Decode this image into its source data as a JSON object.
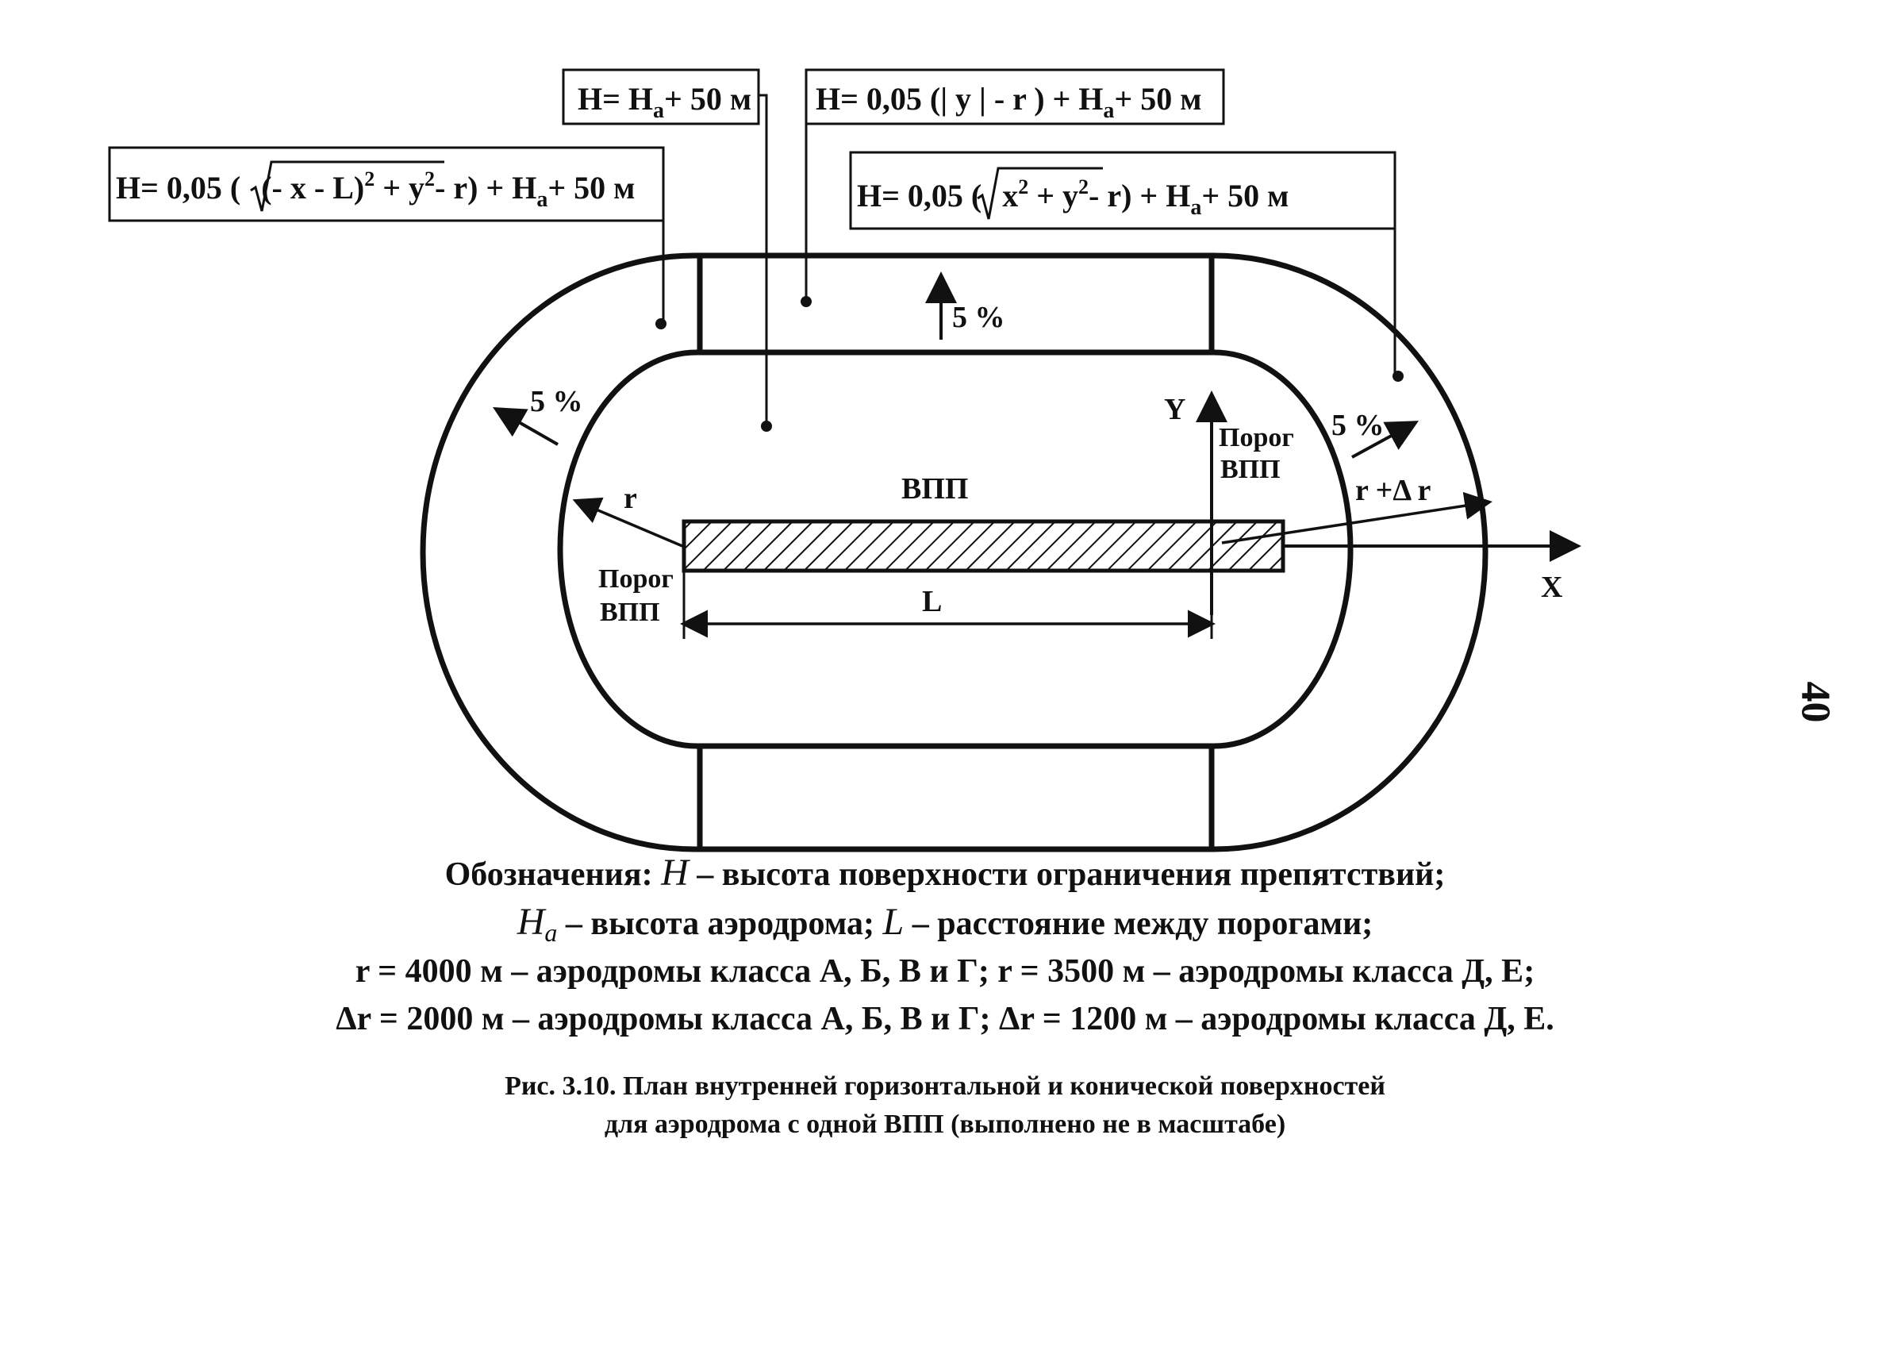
{
  "boxes": {
    "top_left_short": {
      "text_a": "H= H",
      "sub": "a",
      "text_b": "+ 50 м"
    },
    "top_right": {
      "text_a": "H= 0,05 (| y | - r ) + H",
      "sub": "a",
      "text_b": "+ 50 м"
    },
    "left": {
      "pre": "H= 0,05 (",
      "rad": "(- x - L)",
      "sup1": "2",
      "mid": " + y",
      "sup2": "2",
      "post1": "- r) + H",
      "sub": "a",
      "post2": "+ 50 м"
    },
    "right": {
      "pre": "H= 0,05 (",
      "rad": "x",
      "sup1": "2",
      "mid": " + y",
      "sup2": "2",
      "post1": "- r) + H",
      "sub": "a",
      "post2": "+ 50 м"
    }
  },
  "labels": {
    "slope_top": "5 %",
    "slope_left": "5 %",
    "slope_right": "5 %",
    "axis_y": "Y",
    "axis_x": "X",
    "runway": "ВПП",
    "threshold_left_1": "Порог",
    "threshold_left_2": "ВПП",
    "threshold_right_1": "Порог",
    "threshold_right_2": "ВПП",
    "radius": "r",
    "radius_outer": "r +Δ r",
    "length": "L"
  },
  "notes": {
    "line1_prefix": "Обозначения: ",
    "line1_sym": "H",
    "line1_text": " – высота поверхности ограничения препятствий;",
    "line2_sym": "H",
    "line2_sub": "a",
    "line2_text_a": " – высота аэродрома; ",
    "line2_sym2": "L",
    "line2_text_b": " – расстояние между порогами;",
    "line3": "r = 4000 м – аэродромы класса А, Б, В и Г; r = 3500 м – аэродромы класса Д, Е;",
    "line4": "Δr = 2000 м – аэродромы класса А, Б, В и Г; Δr = 1200 м – аэродромы класса Д, Е."
  },
  "caption": {
    "line1": "Рис. 3.10. План внутренней горизонтальной и конической поверхностей",
    "line2": "для аэродрома с одной ВПП (выполнено не в масштабе)"
  },
  "page_number": "40"
}
